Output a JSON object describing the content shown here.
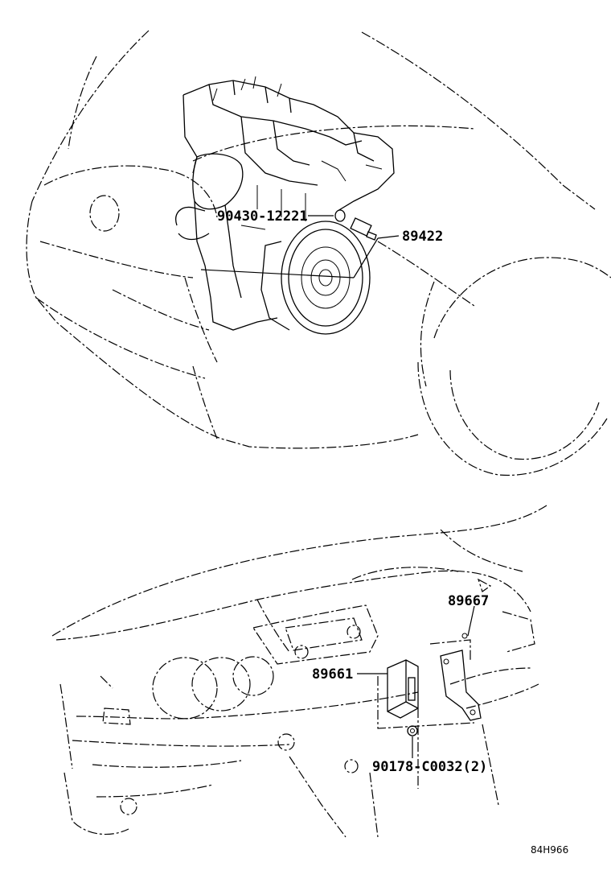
{
  "diagram_id": "84H966",
  "parts": [
    {
      "id": "engine-sensor-part",
      "number": "89422"
    },
    {
      "id": "gasket-part",
      "number": "90430-12221"
    },
    {
      "id": "ecu-part",
      "number": "89661"
    },
    {
      "id": "bracket-part",
      "number": "89667"
    },
    {
      "id": "nut-part",
      "number": "90178-C0032(2)"
    }
  ]
}
